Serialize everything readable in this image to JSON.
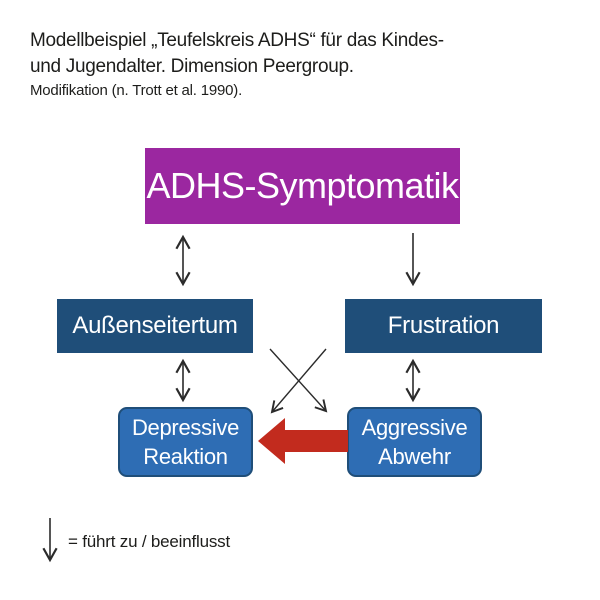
{
  "figure": {
    "title_line1": "Modellbeispiel „Teufelskreis ADHS“ für das Kindes-",
    "title_line2": "und Jugendalter. Dimension Peergroup.",
    "subtitle": "Modifikation (n. Trott et al. 1990)."
  },
  "diagram": {
    "nodes": {
      "adhs": {
        "label": "ADHS-Symptomatik",
        "fill": "#9B27A0",
        "text_color": "#FFFFFF",
        "shape": "rectangle"
      },
      "aussenseitertum": {
        "label": "Außenseitertum",
        "fill": "#1F4E79",
        "text_color": "#FFFFFF",
        "shape": "rectangle"
      },
      "frustration": {
        "label": "Frustration",
        "fill": "#1F4E79",
        "text_color": "#FFFFFF",
        "shape": "rectangle"
      },
      "depressive_reaktion": {
        "label": "Depressive Reaktion",
        "lines": [
          "Depressive",
          "Reaktion"
        ],
        "fill": "#2E6DB4",
        "border": "#1F4E79",
        "text_color": "#FFFFFF",
        "shape": "rounded-rectangle"
      },
      "aggressive_abwehr": {
        "label": "Aggressive Abwehr",
        "lines": [
          "Aggressive",
          "Abwehr"
        ],
        "fill": "#2E6DB4",
        "border": "#1F4E79",
        "text_color": "#FFFFFF",
        "shape": "rounded-rectangle"
      }
    },
    "edges": [
      {
        "from": "adhs",
        "to": "aussenseitertum",
        "style": "double-headed-vertical"
      },
      {
        "from": "adhs",
        "to": "frustration",
        "style": "single-headed-down"
      },
      {
        "from": "aussenseitertum",
        "to": "depressive_reaktion",
        "style": "double-headed-vertical"
      },
      {
        "from": "frustration",
        "to": "aggressive_abwehr",
        "style": "double-headed-vertical"
      },
      {
        "from": "aussenseitertum",
        "to": "aggressive_abwehr",
        "style": "single-headed-diagonal"
      },
      {
        "from": "frustration",
        "to": "depressive_reaktion",
        "style": "single-headed-diagonal"
      },
      {
        "from": "aggressive_abwehr",
        "to": "depressive_reaktion",
        "style": "thick-block-arrow",
        "color": "#C22B1E"
      }
    ],
    "arrow_color": "#2B2B2B"
  },
  "legend": {
    "symbol": "down-arrow",
    "text": "= führt zu / beeinflusst"
  }
}
